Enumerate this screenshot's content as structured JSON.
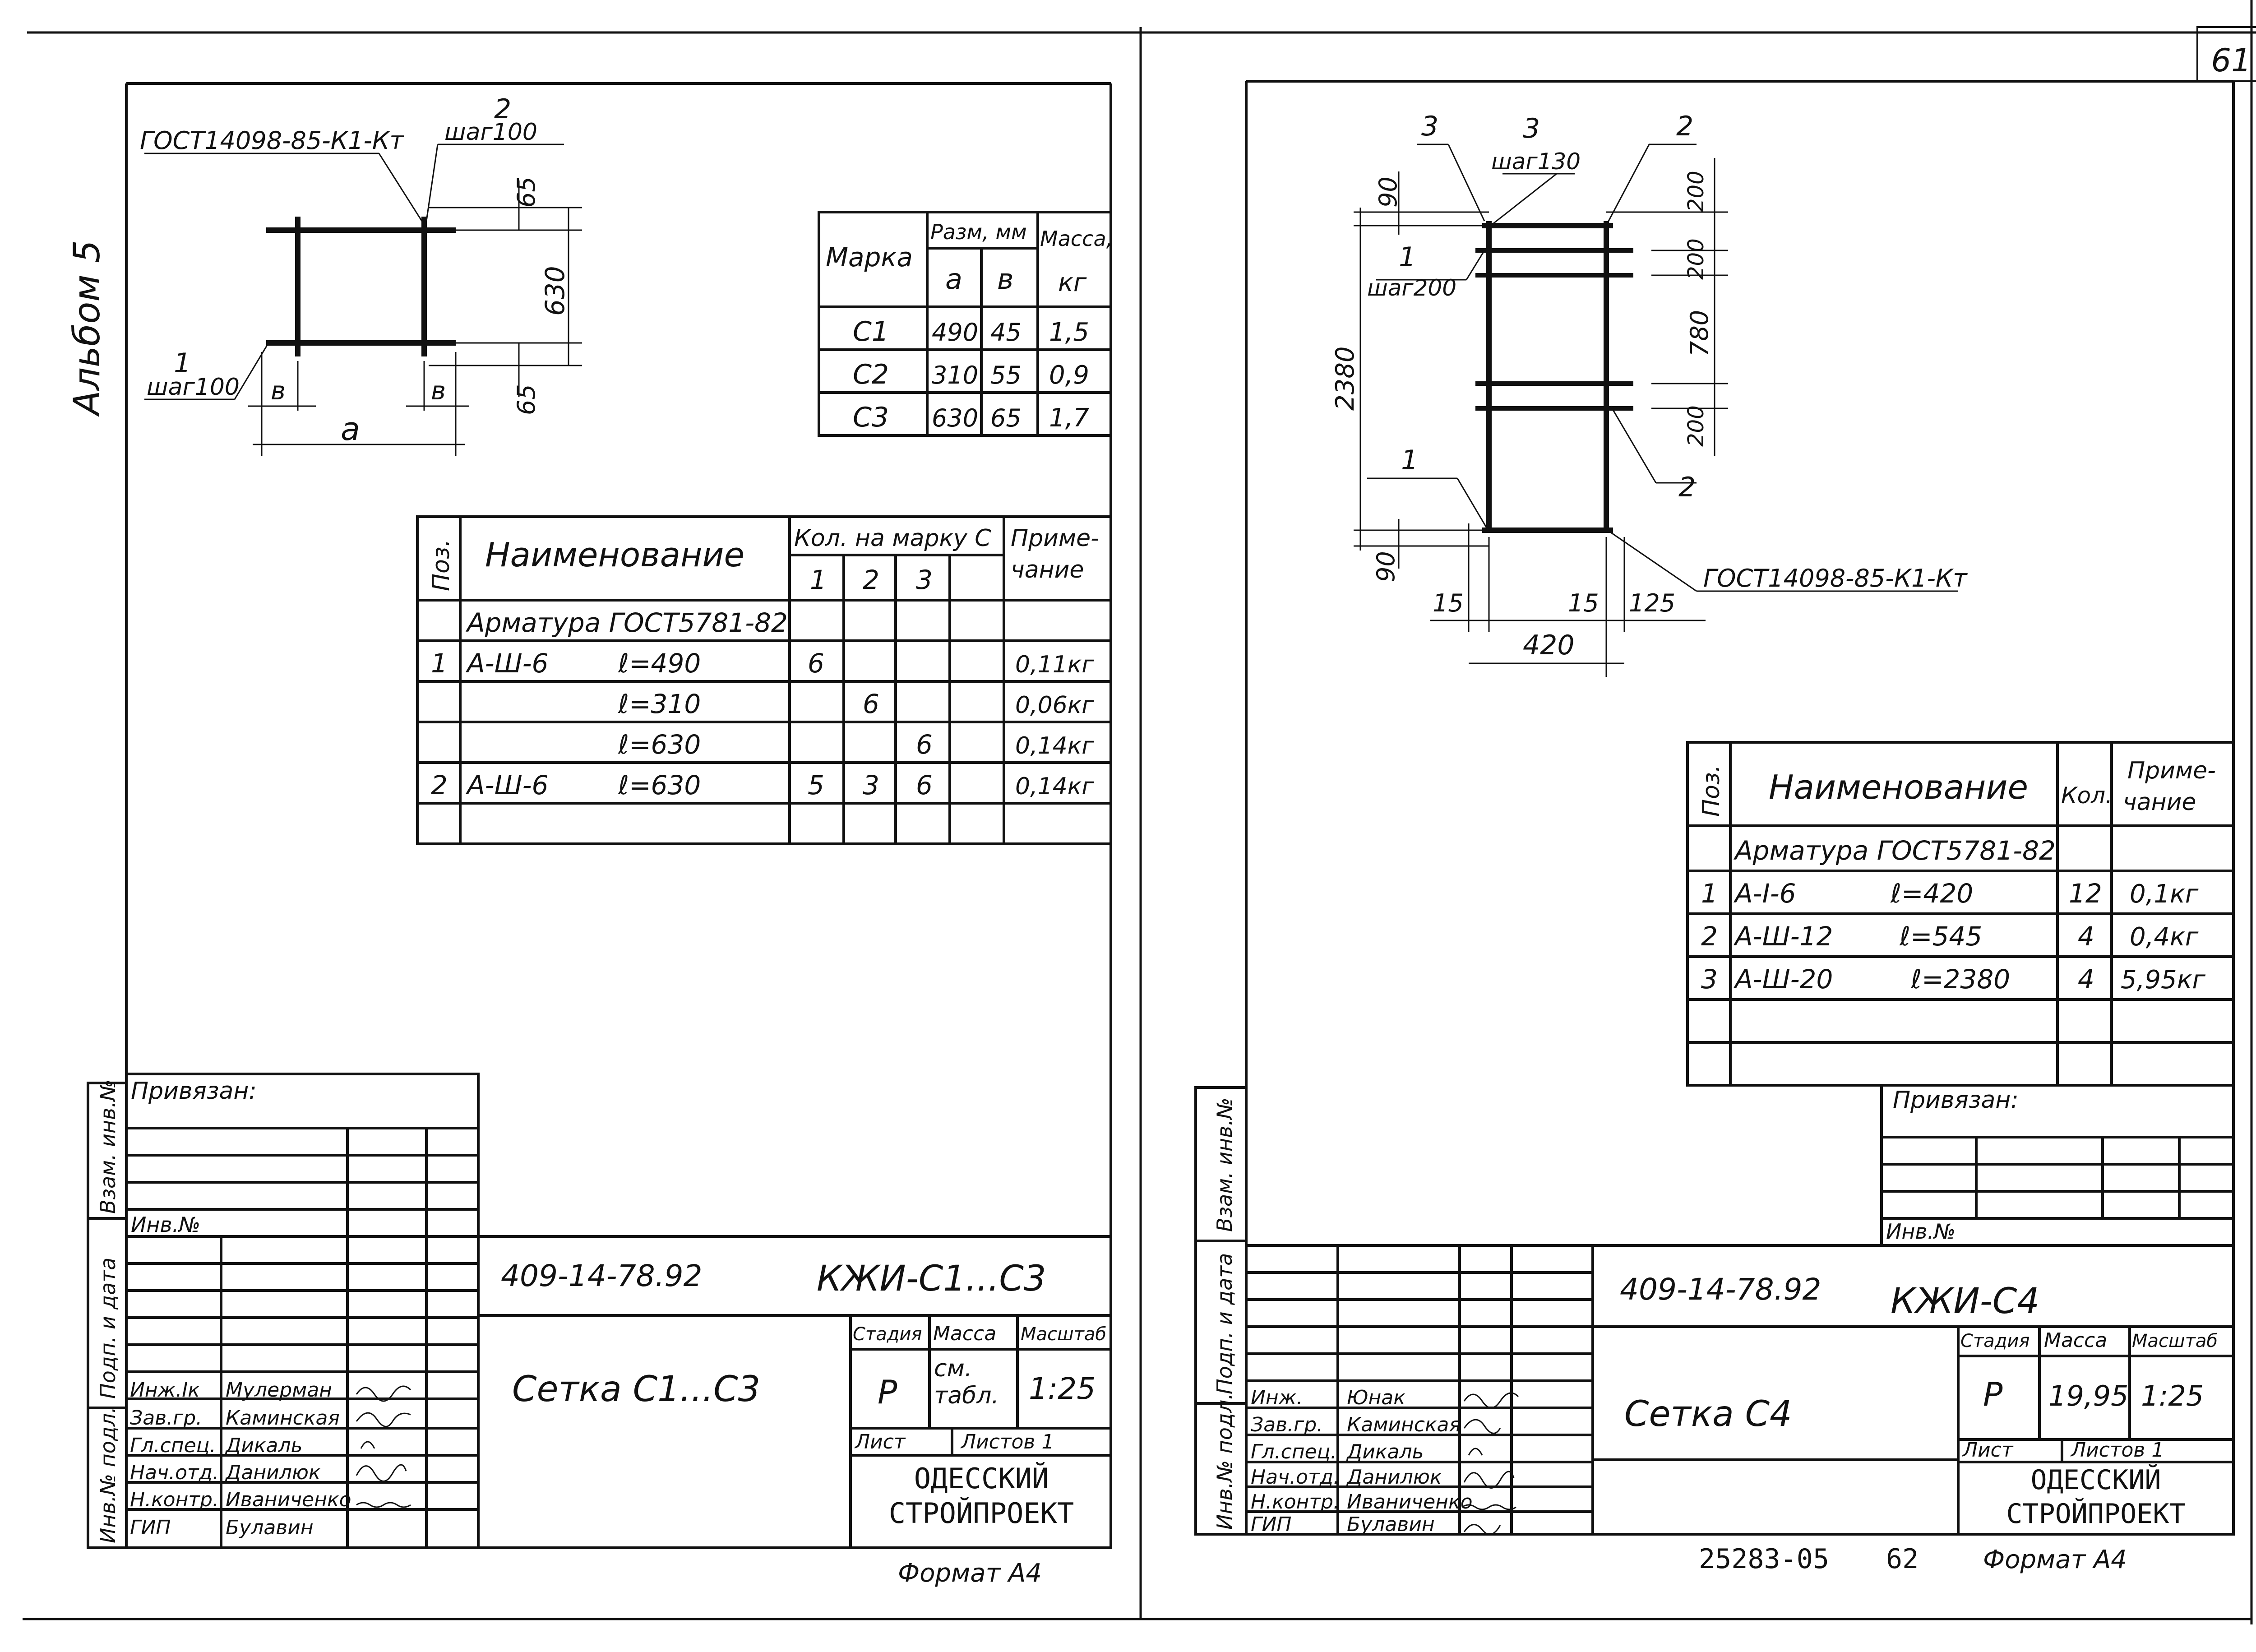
{
  "sheet_number": "61",
  "left": {
    "album_label": "Альбом 5",
    "callout_gost": "ГОСТ14098-85-К1-Кт",
    "callout_2_num": "2",
    "callout_2_step": "шаг100",
    "callout_1_num": "1",
    "callout_1_step": "шаг100",
    "dim_65_top": "65",
    "dim_630": "630",
    "dim_65_bottom": "65",
    "dim_b_left": "в",
    "dim_b_right": "в",
    "dim_a": "а",
    "marks_table": {
      "header_mark": "Марка",
      "header_size": "Разм, мм",
      "header_mass": "Масса,",
      "header_a": "а",
      "header_b": "в",
      "header_kg": "кг",
      "rows": [
        {
          "mark": "С1",
          "a": "490",
          "b": "45",
          "mass": "1,5"
        },
        {
          "mark": "С2",
          "a": "310",
          "b": "55",
          "mass": "0,9"
        },
        {
          "mark": "С3",
          "a": "630",
          "b": "65",
          "mass": "1,7"
        }
      ]
    },
    "spec_table": {
      "header_pos": "Поз.",
      "header_name": "Наименование",
      "header_qty": "Кол. на марку С",
      "header_note_1": "Приме-",
      "header_note_2": "чание",
      "sub_1": "1",
      "sub_2": "2",
      "sub_3": "3",
      "group_title": "Арматура ГОСТ5781-82",
      "rows": [
        {
          "pos": "1",
          "name": "А-Ш-6",
          "length": "ℓ=490",
          "q1": "6",
          "q2": "",
          "q3": "",
          "note": "0,11кг"
        },
        {
          "pos": "",
          "name": "",
          "length": "ℓ=310",
          "q1": "",
          "q2": "6",
          "q3": "",
          "note": "0,06кг"
        },
        {
          "pos": "",
          "name": "",
          "length": "ℓ=630",
          "q1": "",
          "q2": "",
          "q3": "6",
          "note": "0,14кг"
        },
        {
          "pos": "2",
          "name": "А-Ш-6",
          "length": "ℓ=630",
          "q1": "5",
          "q2": "3",
          "q3": "6",
          "note": "0,14кг"
        }
      ]
    },
    "side_stamp": {
      "vzam": "Взам. инв.№",
      "podp": "Подп. и дата",
      "inv": "Инв.№ подл."
    },
    "privyazan": "Привязан:",
    "inv_no": "Инв.№",
    "doc_code": "409-14-78.92",
    "sheet_code": "КЖИ-С1...С3",
    "title": "Сетка  С1...С3",
    "stage_h": "Стадия",
    "mass_h": "Масса",
    "scale_h": "Масштаб",
    "stage": "Р",
    "mass_1": "см.",
    "mass_2": "табл.",
    "scale": "1:25",
    "list_h": "Лист",
    "listov_h": "Листов 1",
    "org_1": "ОДЕССКИЙ",
    "org_2": "СТРОЙПРОЕКТ",
    "format": "Формат А4",
    "people": [
      {
        "role": "Инж.Iк",
        "name": "Мулерман"
      },
      {
        "role": "Зав.гр.",
        "name": "Каминская"
      },
      {
        "role": "Гл.спец.",
        "name": "Дикаль"
      },
      {
        "role": "Нач.отд.",
        "name": "Данилюк"
      },
      {
        "role": "Н.контр.",
        "name": "Иваниченко"
      },
      {
        "role": "ГИП",
        "name": "Булавин"
      }
    ]
  },
  "right": {
    "callout_3a_num": "3",
    "callout_3b_num": "3",
    "callout_3b_step": "шаг130",
    "callout_2_num": "2",
    "callout_1_num": "1",
    "callout_1_step": "шаг200",
    "callout_1b_num": "1",
    "callout_2b_num": "2",
    "dim_90_top": "90",
    "dim_200_a": "200",
    "dim_200_b": "200",
    "dim_780": "780",
    "dim_200_c": "200",
    "dim_2380": "2380",
    "dim_90_bottom": "90",
    "dim_15_left": "15",
    "dim_15_right": "15",
    "dim_125": "125",
    "dim_420": "420",
    "callout_gost": "ГОСТ14098-85-К1-Кт",
    "spec_table": {
      "header_pos": "Поз.",
      "header_name": "Наименование",
      "header_qty": "Кол.",
      "header_note_1": "Приме-",
      "header_note_2": "чание",
      "group_title": "Арматура ГОСТ5781-82",
      "rows": [
        {
          "pos": "1",
          "name": "А-I-6",
          "length": "ℓ=420",
          "qty": "12",
          "note": "0,1кг"
        },
        {
          "pos": "2",
          "name": "А-Ш-12",
          "length": "ℓ=545",
          "qty": "4",
          "note": "0,4кг"
        },
        {
          "pos": "3",
          "name": "А-Ш-20",
          "length": "ℓ=2380",
          "qty": "4",
          "note": "5,95кг"
        }
      ]
    },
    "privyazan": "Привязан:",
    "inv_no": "Инв.№",
    "side_stamp": {
      "vzam": "Взам. инв.№",
      "podp": "Подп. и дата",
      "inv": "Инв.№ подл."
    },
    "doc_code": "409-14-78.92",
    "sheet_code": "КЖИ-С4",
    "title": "Сетка С4",
    "stage_h": "Стадия",
    "mass_h": "Масса",
    "scale_h": "Масштаб",
    "stage": "Р",
    "mass": "19,95",
    "scale": "1:25",
    "list_h": "Лист",
    "listov_h": "Листов 1",
    "org_1": "ОДЕССКИЙ",
    "org_2": "СТРОЙПРОЕКТ",
    "bottom_code": "25283-05",
    "bottom_page": "62",
    "format": "Формат А4",
    "people": [
      {
        "role": "Инж.",
        "name": "Юнак"
      },
      {
        "role": "Зав.гр.",
        "name": "Каминская"
      },
      {
        "role": "Гл.спец.",
        "name": "Дикаль"
      },
      {
        "role": "Нач.отд.",
        "name": "Данилюк"
      },
      {
        "role": "Н.контр.",
        "name": "Иваниченко"
      },
      {
        "role": "ГИП",
        "name": "Булавин"
      }
    ]
  }
}
